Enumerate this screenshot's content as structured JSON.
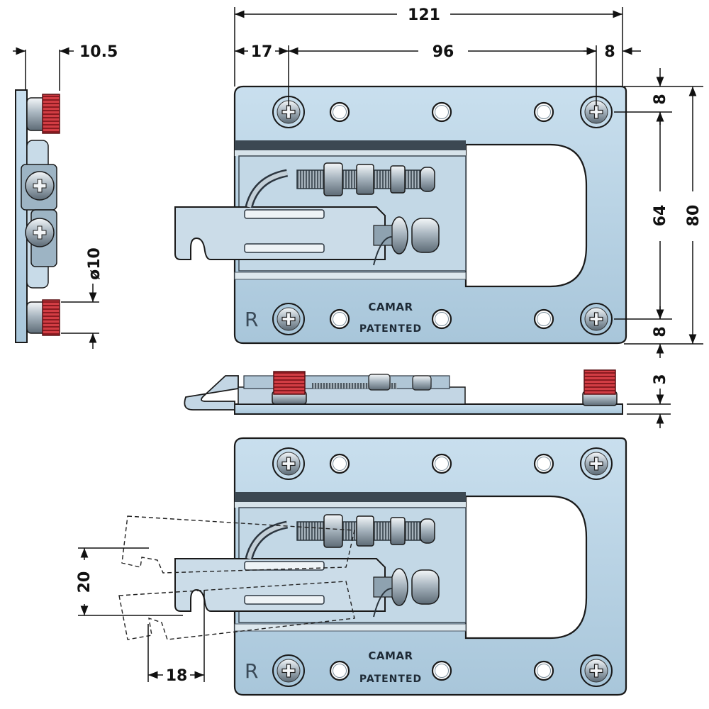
{
  "colors": {
    "plate": "#b9d3e4",
    "plate_dark": "#8fb0c6",
    "thread_red": "#c8323a",
    "outline": "#1a1a1a"
  },
  "dimensions": {
    "overall_width": "121",
    "left_offset": "17",
    "hole_spacing": "96",
    "right_offset": "8",
    "side_depth": "10.5",
    "pin_diameter": "ø10",
    "top_margin": "8",
    "vertical_spacing": "64",
    "overall_height": "80",
    "bottom_margin": "8",
    "plate_thickness": "3",
    "lever_travel": "20",
    "lever_offset": "18"
  },
  "labels": {
    "brand_top": "CAMAR",
    "patent_top": "PATENTED",
    "mark_top": "R",
    "brand_bottom": "CAMAR",
    "patent_bottom": "PATENTED",
    "mark_bottom": "R"
  }
}
